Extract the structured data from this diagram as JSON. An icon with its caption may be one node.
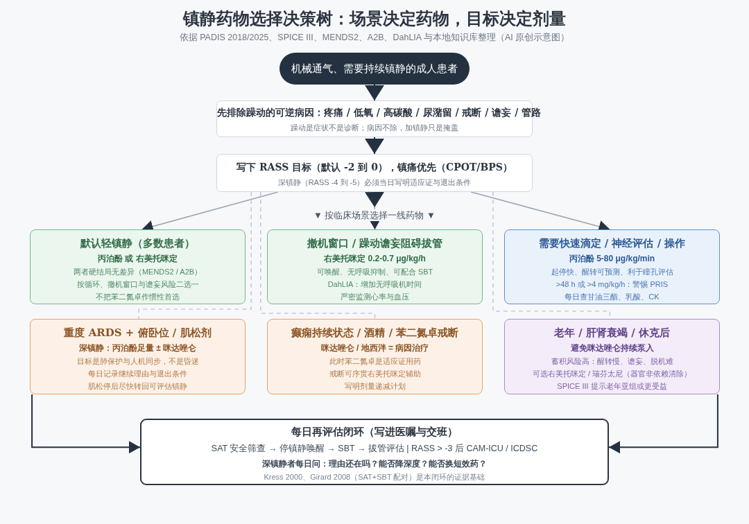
{
  "diagram": {
    "title": "镇静药物选择决策树：场景决定药物，目标决定剂量",
    "caption": "依据 PADIS 2018/2025、SPICE III、MENDS2、A2B、DahLIA 与本地知识库整理（AI 原创示意图）",
    "nodes": [
      {
        "text": [
          "机械通气、需要持续镇静的成人患者"
        ]
      },
      {
        "text": [
          "先排除躁动的可逆病因：疼痛 / 低氧 / 高碳酸 / 尿潴留 / 戒断 / 谵妄 / 管路",
          "躁动是症状不是诊断；病因不除，加镇静只是掩盖"
        ]
      },
      {
        "text": [
          "写下 RASS 目标（默认 -2 到 0），镇痛优先（CPOT/BPS）",
          "深镇静（RASS -4 到 -5）必须当日写明适应证与退出条件"
        ]
      },
      {
        "text": [
          "默认轻镇静（多数患者）",
          "丙泊酚 或 右美托咪定",
          "两者硬结局无差异（MENDS2 / A2B）",
          "按循环、撤机窗口与谵妄风险二选一",
          "不把苯二氮卓作惯性首选"
        ]
      },
      {
        "text": [
          "撤机窗口 / 躁动谵妄阻碍拔管",
          "右美托咪定 0.2-0.7 μg/kg/h",
          "可唤醒、无呼吸抑制、可配合 SBT",
          "DahLIA：增加无呼吸机时间",
          "严密监测心率与血压"
        ]
      },
      {
        "text": [
          "需要快速滴定 / 神经评估 / 操作",
          "丙泊酚 5-80 μg/kg/min",
          "起停快、醒转可预测、利于瞳孔评估",
          ">48 h 或 >4 mg/kg/h：警惕 PRIS",
          "每日查甘油三酯、乳酸、CK"
        ]
      },
      {
        "text": [
          "重度 ARDS + 俯卧位 / 肌松剂",
          "深镇静：丙泊酚足量 ± 咪达唑仑",
          "目标是肺保护与人机同步，不是昏迷",
          "每日记录继续理由与退出条件",
          "肌松停后尽快转回可评估镇静"
        ]
      },
      {
        "text": [
          "癫痫持续状态 / 酒精 / 苯二氮卓戒断",
          "咪达唑仑 / 地西泮 = 病因治疗",
          "此时苯二氮卓是适应证用药",
          "戒断可序贯右美托咪定辅助",
          "写明剂量递减计划"
        ]
      },
      {
        "text": [
          "老年 / 肝肾衰竭 / 休克后",
          "避免咪达唑仑持续泵入",
          "蓄积风险高：醒转慢、谵妄、脱机难",
          "可选右美托咪定 / 瑞芬太尼（器官非依赖清除）",
          "SPICE III 提示老年亚组或更受益"
        ]
      },
      {
        "text": [
          "每日再评估闭环（写进医嘱与交班）",
          "SAT 安全筛查 → 停镇静唤醒 → SBT → 拔管评估 | RASS > -3 后 CAM-ICU / ICDSC",
          "深镇静者每日问：理由还在吗？能否降深度？能否换短效药？",
          "Kress 2000、Girard 2008（SAT+SBT 配对）是本闭环的证据基础"
        ]
      }
    ],
    "edges": [
      {
        "from": 0,
        "to": 1,
        "arrow": "to"
      },
      {
        "from": 1,
        "to": 2,
        "arrow": "to"
      },
      {
        "from": 2,
        "to": 3,
        "arrow": "to",
        "color": "#9ba7b5"
      },
      {
        "from": 2,
        "to": 4,
        "arrow": "to",
        "color": "#9ba7b5"
      },
      {
        "from": 2,
        "to": 5,
        "arrow": "to",
        "color": "#9ba7b5"
      },
      {
        "from": 2,
        "to": 6,
        "arrow": "none",
        "style": "dashed",
        "color": "#c3ccd7"
      },
      {
        "from": 2,
        "to": 7,
        "arrow": "none",
        "style": "dashed",
        "color": "#c3ccd7"
      },
      {
        "from": 2,
        "to": 8,
        "arrow": "none",
        "style": "dashed",
        "color": "#c3ccd7"
      },
      {
        "from": 6,
        "to": 9,
        "arrow": "to"
      },
      {
        "from": 8,
        "to": 9,
        "arrow": "to"
      }
    ],
    "labels": [
      "▼ 按临床场景选择一线药物 ▼"
    ]
  }
}
